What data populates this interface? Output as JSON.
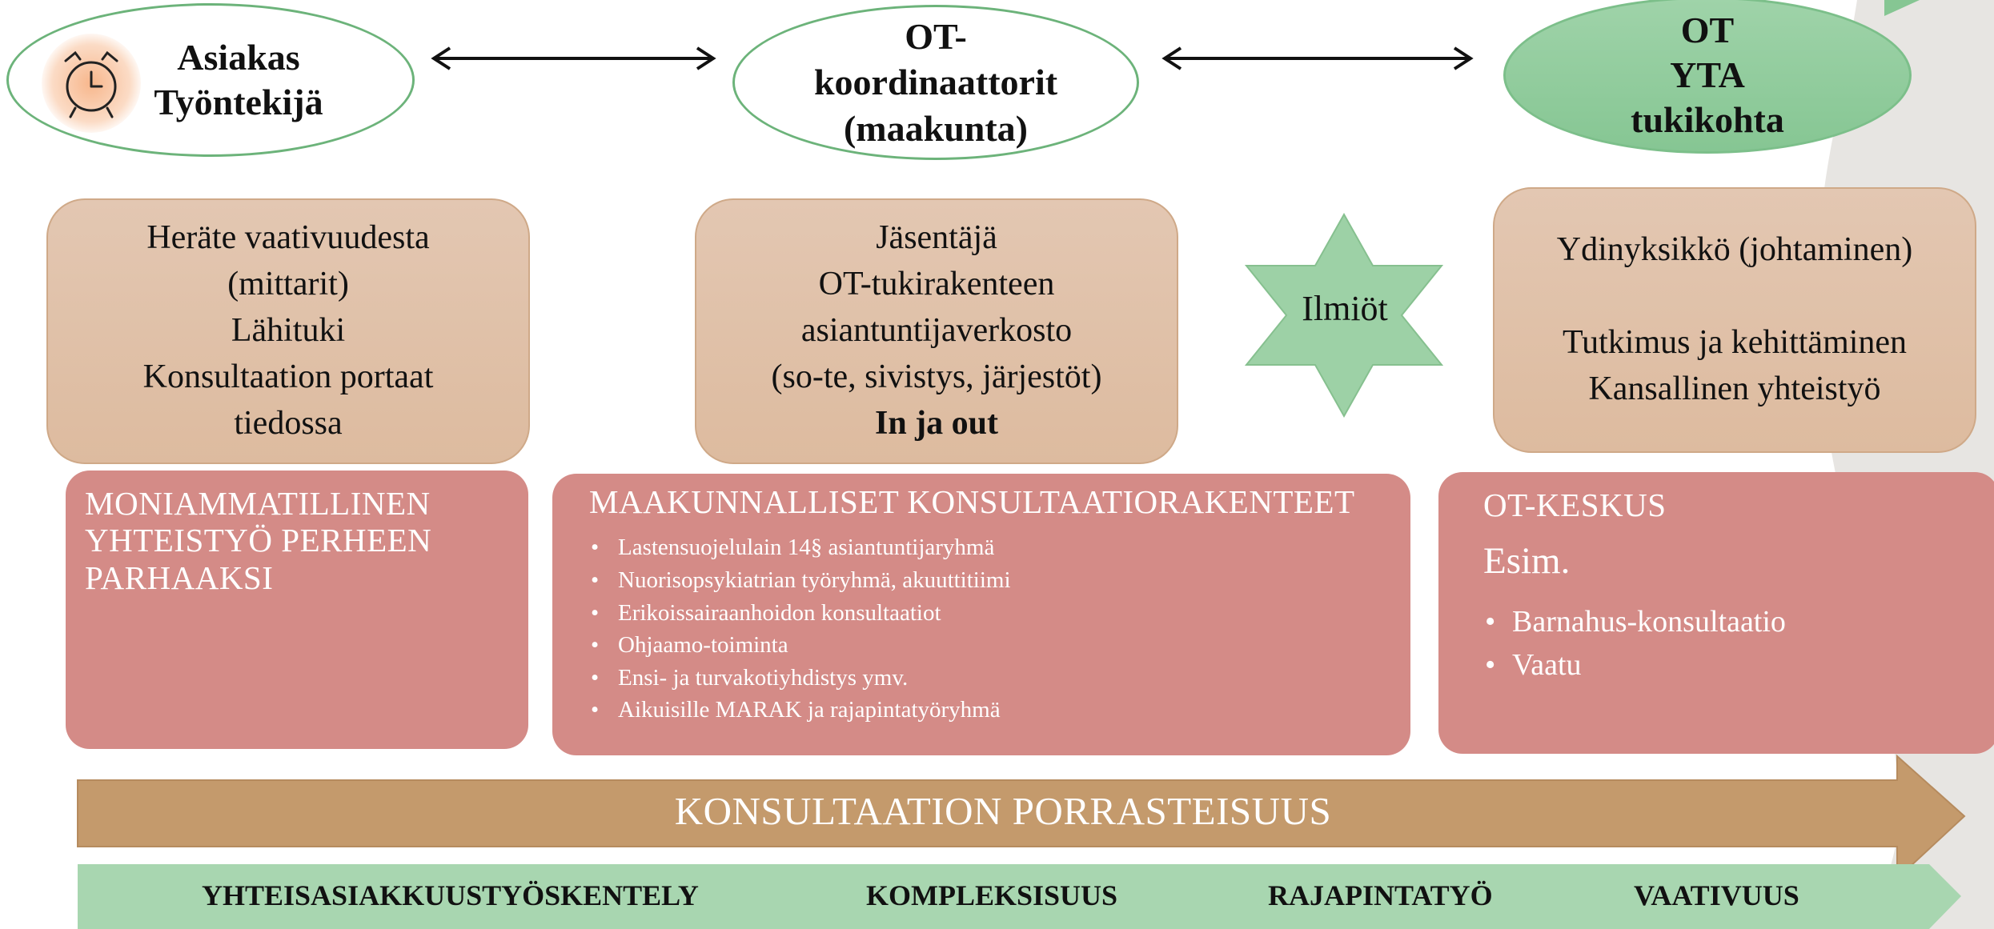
{
  "top_nodes": {
    "asiakas": {
      "line1": "Asiakas",
      "line2": "Työntekijä"
    },
    "ot_koordinaattorit": {
      "line1": "OT-",
      "line2": "koordinaattorit",
      "line3": "(maakunta)"
    },
    "ot_yta": {
      "line1": "OT",
      "line2": "YTA",
      "line3": "tukikohta"
    }
  },
  "boxes": {
    "box1": {
      "line1": "Heräte vaativuudesta",
      "line2": "(mittarit)",
      "line3": "Lähituki",
      "line4": "Konsultaation portaat",
      "line5": "tiedossa"
    },
    "box2": {
      "line1": "Jäsentäjä",
      "line2": "OT-tukirakenteen",
      "line3": "asiantuntijaverkosto",
      "line4": "(so-te, sivistys, järjestöt)",
      "line5": "In ja out"
    },
    "box3": {
      "line1": "Ydinyksikkö (johtaminen)",
      "line2": "Tutkimus ja kehittäminen",
      "line3": "Kansallinen yhteistyö"
    }
  },
  "star": {
    "label": "Ilmiöt"
  },
  "red_boxes": {
    "moniammatillinen": {
      "title_line1": "MONIAMMATILLINEN",
      "title_line2": "YHTEISTYÖ PERHEEN",
      "title_line3": "PARHAAKSI"
    },
    "maakunnalliset": {
      "title": "MAAKUNNALLISET KONSULTAATIORAKENTEET",
      "items": [
        "Lastensuojelulain 14§ asiantuntijaryhmä",
        "Nuorisopsykiatrian työryhmä, akuuttitiimi",
        "Erikoissairaanhoidon konsultaatiot",
        "Ohjaamo-toiminta",
        "Ensi- ja turvakotiyhdistys ymv.",
        "Aikuisille MARAK ja rajapintatyöryhmä"
      ]
    },
    "ot_keskus": {
      "title": "OT-KESKUS",
      "subtitle": "Esim.",
      "items": [
        "Barnahus-konsultaatio",
        "Vaatu"
      ]
    }
  },
  "big_arrow": {
    "label": "KONSULTAATION PORRASTEISUUS"
  },
  "green_arrow": {
    "labels": [
      "YHTEISASIAKKUUSTYÖSKENTELY",
      "KOMPLEKSISUUS",
      "RAJAPINTATYÖ",
      "VAATIVUUS"
    ]
  },
  "colors": {
    "ellipse_border": "#6cb37a",
    "ellipse_green_fill": "#8fca9b",
    "tan_box": "#dfc0a7",
    "red_box": "#d48b87",
    "brown_arrow": "#c49a6c",
    "green_arrow": "#a8d6b0",
    "star": "#9dd1a6"
  }
}
